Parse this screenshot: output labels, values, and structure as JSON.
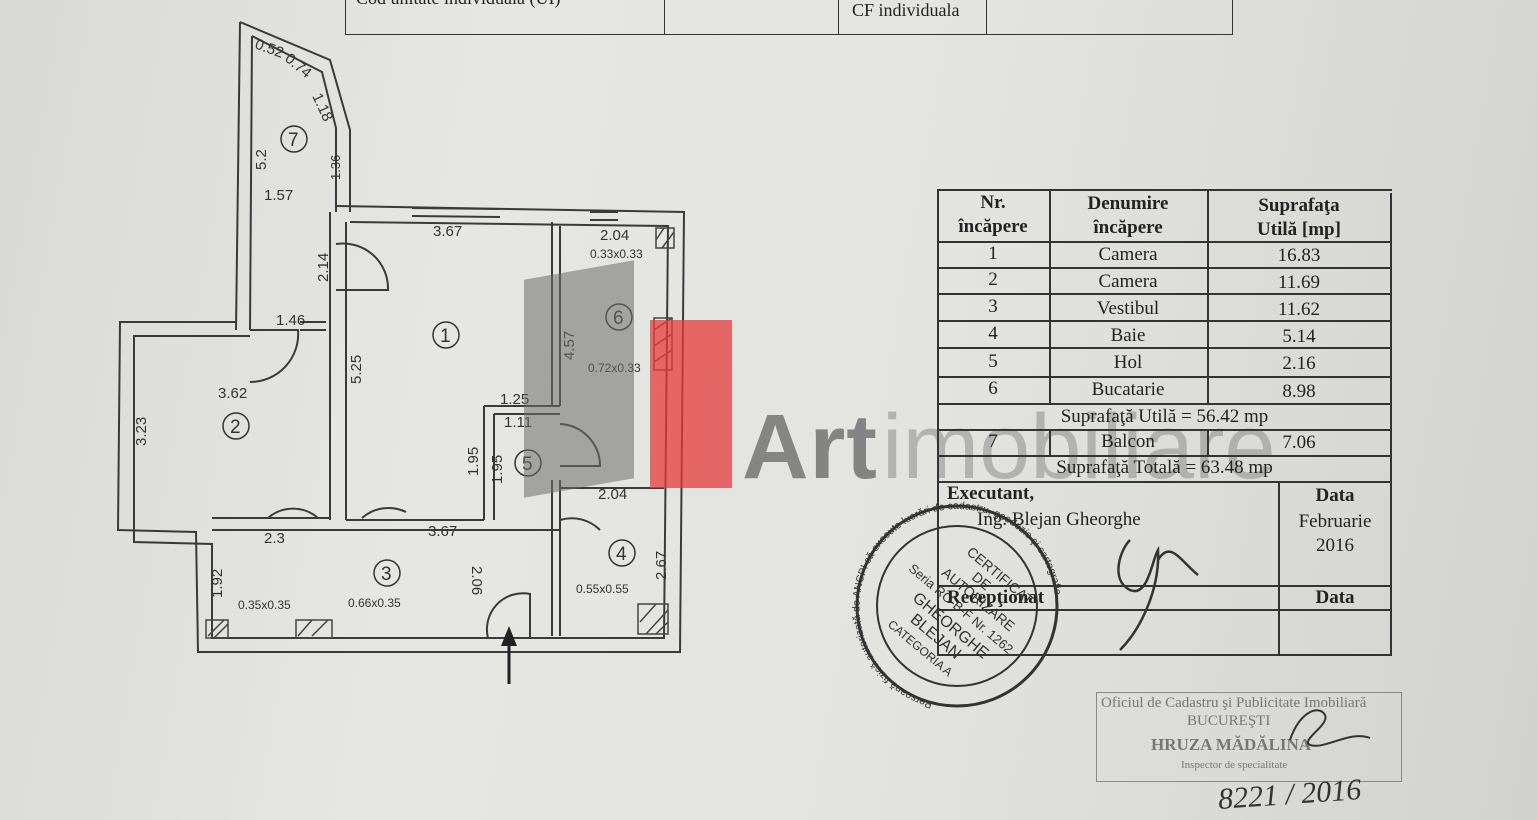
{
  "header": {
    "cod_label": "Cod unitate individuala (UI)",
    "cf_label": "CF individuala"
  },
  "plan": {
    "rooms": [
      {
        "id": "7",
        "label": "7"
      },
      {
        "id": "1",
        "label": "1"
      },
      {
        "id": "6",
        "label": "6"
      },
      {
        "id": "2",
        "label": "2"
      },
      {
        "id": "5",
        "label": "5"
      },
      {
        "id": "3",
        "label": "3"
      },
      {
        "id": "4",
        "label": "4"
      }
    ],
    "dimensions": [
      "0.52",
      "0.74",
      "1.18",
      "5.2",
      "1.36",
      "1.57",
      "3.67",
      "2.04",
      "0.33x0.33",
      "2.14",
      "4.57",
      "1.46",
      "5.25",
      "0.72x0.33",
      "3.62",
      "3.23",
      "1.25",
      "1.11",
      "1.95",
      "1.95",
      "2.04",
      "2.3",
      "3.67",
      "2.06",
      "2.67",
      "1.92",
      "0.35x0.35",
      "0.66x0.35",
      "0.55x0.55"
    ]
  },
  "summary": {
    "headers": [
      "Nr.\nîncăpere",
      "Denumire\nîncăpere",
      "Suprafaţa\nUtilă [mp]"
    ],
    "h_nr_1": "Nr.",
    "h_nr_2": "încăpere",
    "h_den_1": "Denumire",
    "h_den_2": "încăpere",
    "h_sup_1": "Suprafaţa",
    "h_sup_2": "Utilă [mp]",
    "rows": [
      {
        "nr": "1",
        "name": "Camera",
        "area": "16.83"
      },
      {
        "nr": "2",
        "name": "Camera",
        "area": "11.69"
      },
      {
        "nr": "3",
        "name": "Vestibul",
        "area": "11.62"
      },
      {
        "nr": "4",
        "name": "Baie",
        "area": "5.14"
      },
      {
        "nr": "5",
        "name": "Hol",
        "area": "2.16"
      },
      {
        "nr": "6",
        "name": "Bucatarie",
        "area": "8.98"
      }
    ],
    "useful_total": "Suprafaţă Utilă = 56.42 mp",
    "balcony": {
      "nr": "7",
      "name": "Balcon",
      "area": "7.06"
    },
    "grand_total": "Suprafaţă Totală = 63.48 mp",
    "executant_label": "Executant,",
    "executant_name": "Ing. Blejan Gheorghe",
    "data_label": "Data",
    "data_value_1": "Februarie",
    "data_value_2": "2016",
    "receptionat_label": "Recepţionat",
    "data_label_2": "Data"
  },
  "stamp": {
    "outer": "Persoană fizică autorizată de ANCPI să execute lucrări de cadastru, geodezie şi cartografie",
    "line1": "CERTIFICAT",
    "line2": "DE",
    "line3": "AUTORIZARE",
    "line4": "Seria RO-B-F Nr. 1262",
    "line5": "GHEORGHE",
    "line6": "BLEJAN",
    "line7": "CATEGORIA A"
  },
  "office_stamp": {
    "line1": "Oficiul de Cadastru şi Publicitate Imobiliară",
    "line2": "BUCUREŞTI",
    "line3": "HRUZA MĂDĂLINA",
    "line4": "Inspector de specialitate"
  },
  "handwritten_number": "8221 / 2016",
  "watermark": {
    "brand1": "Art",
    "brand2": "imobiliare"
  }
}
